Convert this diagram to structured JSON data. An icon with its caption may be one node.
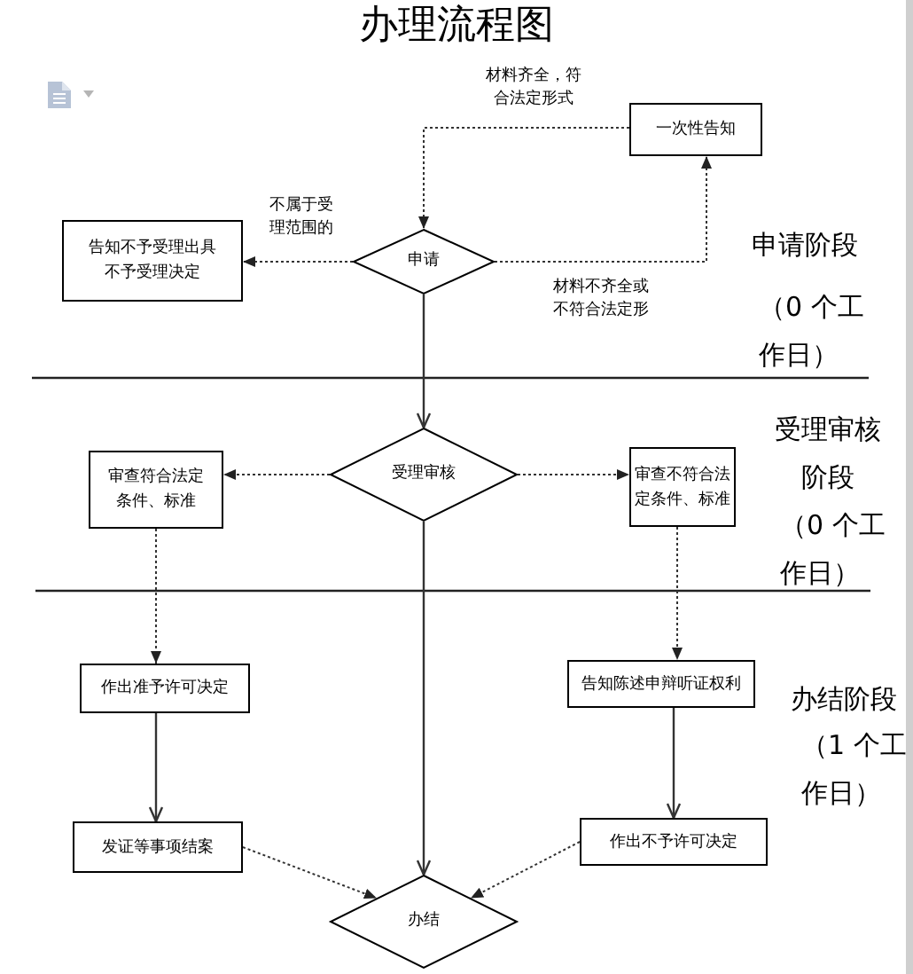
{
  "diagram": {
    "title": "办理流程图",
    "nodes": [
      {
        "text": [
          "一次性告知"
        ]
      },
      {
        "text": [
          "告知不予受理出具不予受理决定"
        ]
      },
      {
        "text": [
          "申请"
        ]
      },
      {
        "text": [
          "审查符合法定条件、标准"
        ]
      },
      {
        "text": [
          "受理审核"
        ]
      },
      {
        "text": [
          "审查不符合法定条件、标准"
        ]
      },
      {
        "text": [
          "作出准予许可决定"
        ]
      },
      {
        "text": [
          "告知陈述申辩听证权利"
        ]
      },
      {
        "text": [
          "发证等事项结案"
        ]
      },
      {
        "text": [
          "作出不予许可决定"
        ]
      },
      {
        "text": [
          "办结"
        ]
      }
    ],
    "edges": [
      {
        "from": 0,
        "to": 2,
        "arrow": "to",
        "style": "dashed",
        "label": "材料齐全，符合法定形式"
      },
      {
        "from": 2,
        "to": 0,
        "arrow": "to",
        "style": "dashed",
        "label": "材料不齐全或不符合法定形"
      },
      {
        "from": 2,
        "to": 1,
        "arrow": "to",
        "style": "dashed",
        "label": "不属于受理范围的"
      },
      {
        "from": 2,
        "to": 4,
        "arrow": "to"
      },
      {
        "from": 4,
        "to": 3,
        "arrow": "to",
        "style": "dashed"
      },
      {
        "from": 4,
        "to": 5,
        "arrow": "to",
        "style": "dashed"
      },
      {
        "from": 3,
        "to": 6,
        "arrow": "to",
        "style": "dashed"
      },
      {
        "from": 5,
        "to": 7,
        "arrow": "to",
        "style": "dashed"
      },
      {
        "from": 6,
        "to": 8,
        "arrow": "to"
      },
      {
        "from": 7,
        "to": 9,
        "arrow": "to"
      },
      {
        "from": 4,
        "to": 10,
        "arrow": "to"
      },
      {
        "from": 8,
        "to": 10,
        "arrow": "to",
        "style": "dashed"
      },
      {
        "from": 9,
        "to": 10,
        "arrow": "to",
        "style": "dashed"
      }
    ],
    "labels": [
      "申请阶段",
      "（0 个工作日）",
      "受理审核阶段",
      "（0 个工作日）",
      "办结阶段",
      "（1 个工作日）"
    ]
  }
}
